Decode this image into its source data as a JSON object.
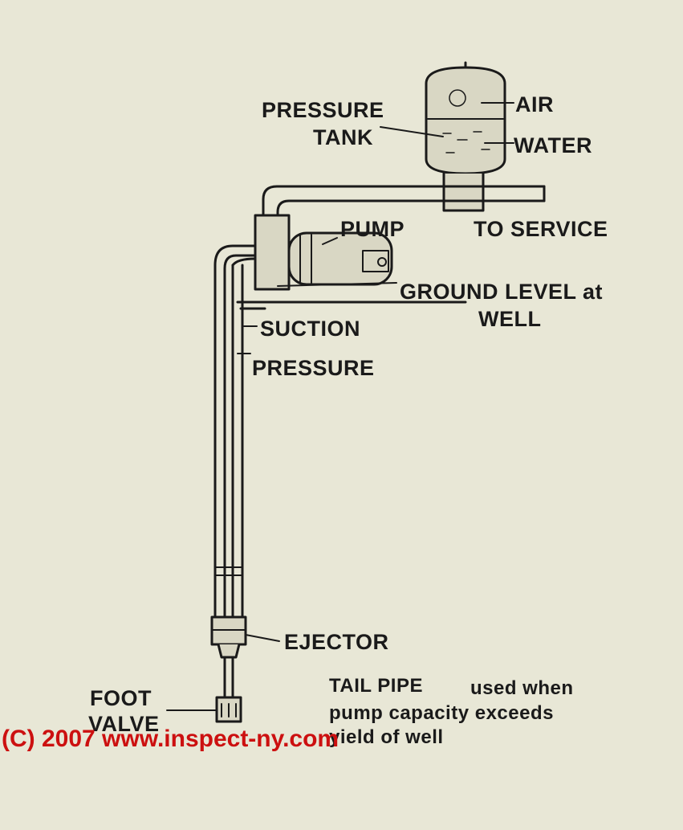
{
  "labels": {
    "pressure_tank_line1": "PRESSURE",
    "pressure_tank_line2": "TANK",
    "air": "AIR",
    "water": "WATER",
    "pump": "PUMP",
    "to_service": "TO SERVICE",
    "ground_level_line1": "GROUND LEVEL at",
    "ground_level_line2": "WELL",
    "suction": "SUCTION",
    "pressure": "PRESSURE",
    "ejector": "EJECTOR",
    "foot_valve_line1": "FOOT",
    "foot_valve_line2": "VALVE",
    "tail_pipe": "TAIL PIPE",
    "tail_pipe_note_line1": "used when",
    "tail_pipe_note_line2": "pump capacity exceeds",
    "tail_pipe_note_line3": "yield of well"
  },
  "watermark": "(C) 2007 www.inspect-ny.com",
  "colors": {
    "background": "#e8e7d6",
    "ink": "#1a1a1a",
    "watermark": "#cc1010"
  }
}
